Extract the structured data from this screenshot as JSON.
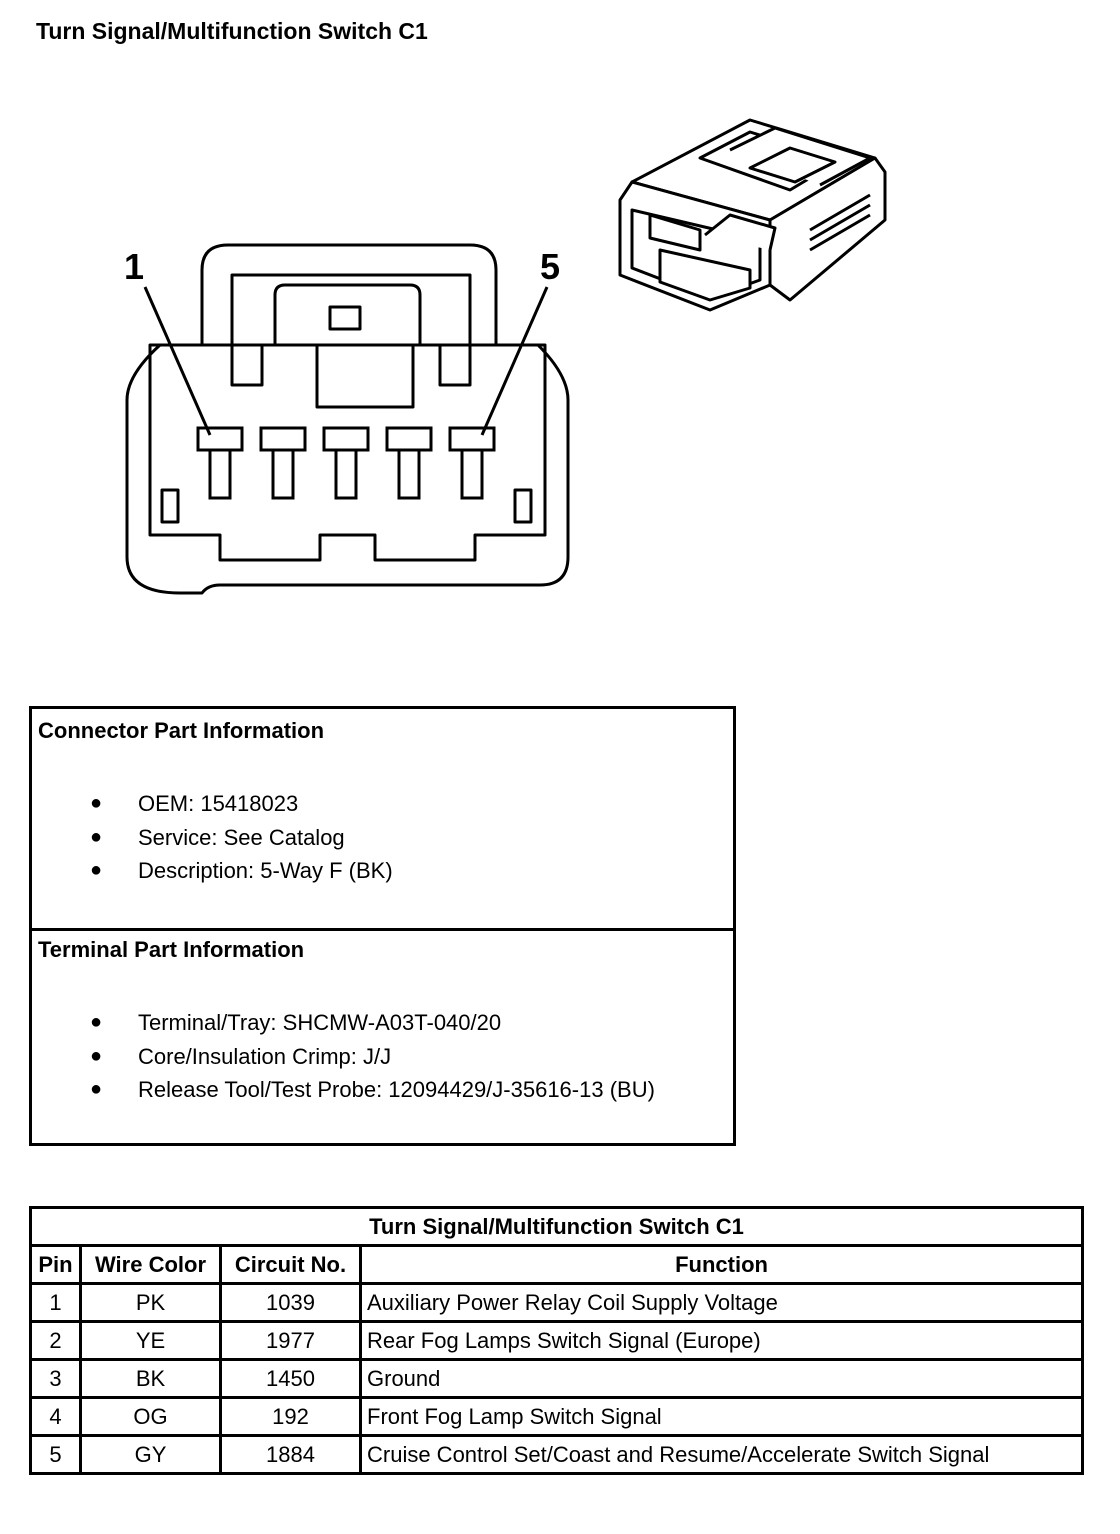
{
  "page": {
    "title": "Turn Signal/Multifunction Switch C1"
  },
  "diagram": {
    "pin_label_first": "1",
    "pin_label_last": "5"
  },
  "connector_info": {
    "title": "Connector Part Information",
    "items": [
      "OEM: 15418023",
      "Service: See Catalog",
      "Description: 5-Way F (BK)"
    ]
  },
  "terminal_info": {
    "title": "Terminal Part Information",
    "items": [
      "Terminal/Tray: SHCMW-A03T-040/20",
      "Core/Insulation Crimp: J/J",
      "Release Tool/Test Probe: 12094429/J-35616-13 (BU)"
    ]
  },
  "pin_table": {
    "title": "Turn Signal/Multifunction Switch C1",
    "headers": [
      "Pin",
      "Wire Color",
      "Circuit No.",
      "Function"
    ],
    "rows": [
      [
        "1",
        "PK",
        "1039",
        "Auxiliary Power Relay Coil Supply Voltage"
      ],
      [
        "2",
        "YE",
        "1977",
        "Rear Fog Lamps Switch Signal (Europe)"
      ],
      [
        "3",
        "BK",
        "1450",
        "Ground"
      ],
      [
        "4",
        "OG",
        "192",
        "Front Fog Lamp Switch Signal"
      ],
      [
        "5",
        "GY",
        "1884",
        "Cruise Control Set/Coast and Resume/Accelerate Switch Signal"
      ]
    ]
  }
}
